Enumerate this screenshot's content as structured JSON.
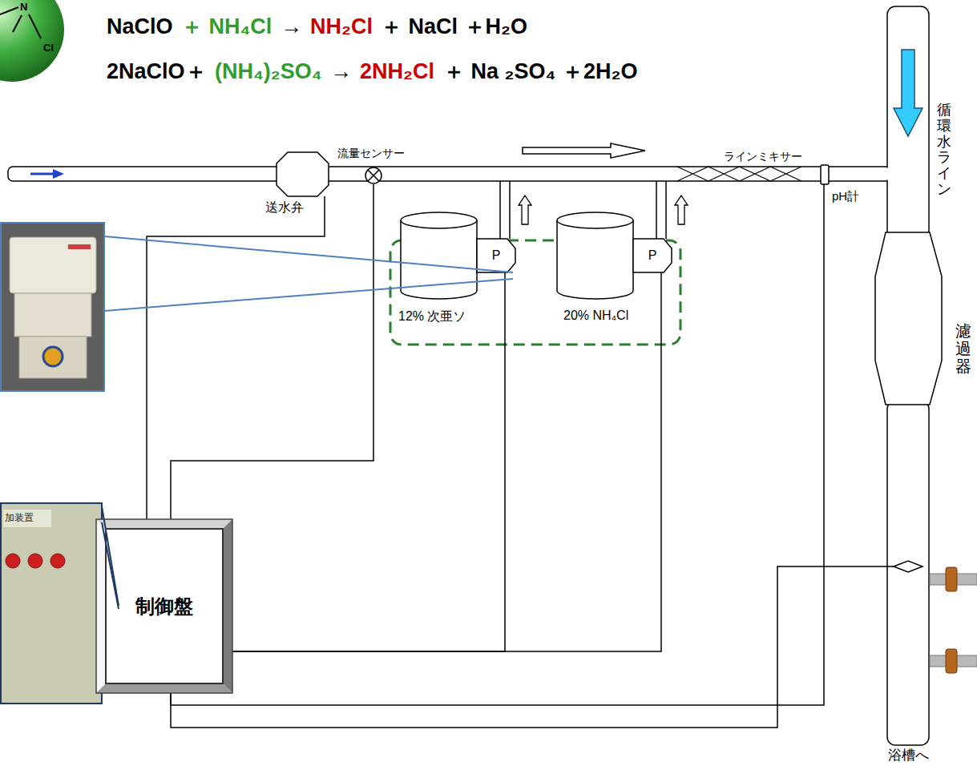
{
  "diagram": {
    "nodes": [
      {
        "text": [
          "N",
          "Cl"
        ]
      },
      {
        "text": [
          "送水弁"
        ]
      },
      {
        "text": [
          "流量センサー"
        ]
      },
      {
        "text": [
          "12% 次亜ソ"
        ]
      },
      {
        "text": [
          "P"
        ]
      },
      {
        "text": [
          "20% NH₄Cl"
        ]
      },
      {
        "text": [
          "P"
        ]
      },
      {
        "text": [
          "ラインミキサー"
        ]
      },
      {
        "text": [
          "pH計"
        ]
      },
      {
        "text": [
          "濾過器"
        ]
      },
      {
        "text": [
          "制御盤"
        ]
      }
    ],
    "edges": [
      {
        "from": 10,
        "to": 1,
        "arrow": "none"
      },
      {
        "from": 10,
        "to": 2,
        "arrow": "none"
      },
      {
        "from": 10,
        "to": 4,
        "arrow": "none"
      },
      {
        "from": 10,
        "to": 6,
        "arrow": "none"
      },
      {
        "from": 10,
        "to": 8,
        "arrow": "none"
      }
    ],
    "labels": [
      "NaClO",
      "＋ NH₄Cl",
      "→",
      "NH₂Cl",
      "＋ NaCl ＋H₂O",
      "2NaClO＋",
      "(NH₄)₂SO₄",
      "→",
      "2NH₂Cl",
      "＋ Na ₂SO₄ ＋2H₂O",
      "循環水ライン",
      "加装置",
      "浴槽へ"
    ]
  }
}
